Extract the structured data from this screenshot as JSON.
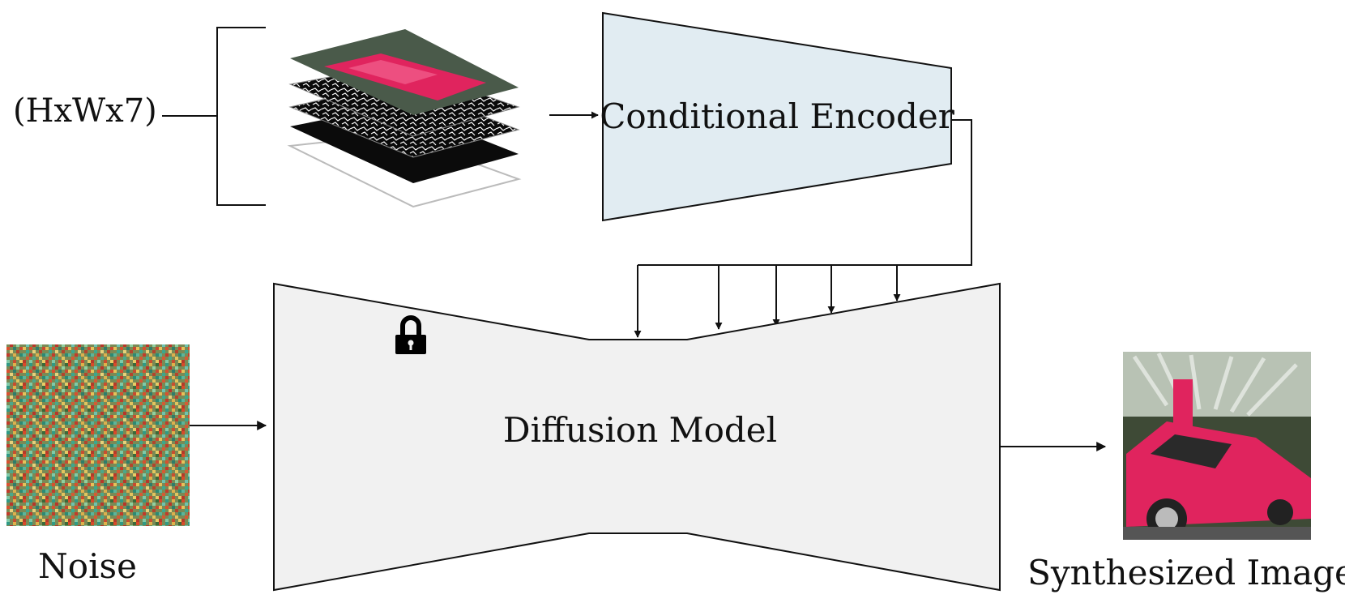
{
  "labels": {
    "input_shape": "(HxWx7)",
    "encoder": "Conditional Encoder",
    "diffusion": "Diffusion Model",
    "noise": "Noise",
    "output": "Synthesized Image"
  },
  "icons": {
    "lock": "lock-icon"
  },
  "colors": {
    "encoder_fill": "#e1ecf2",
    "diffusion_fill": "#f1f1f1",
    "stroke": "#111111",
    "car_red": "#e0245e"
  }
}
